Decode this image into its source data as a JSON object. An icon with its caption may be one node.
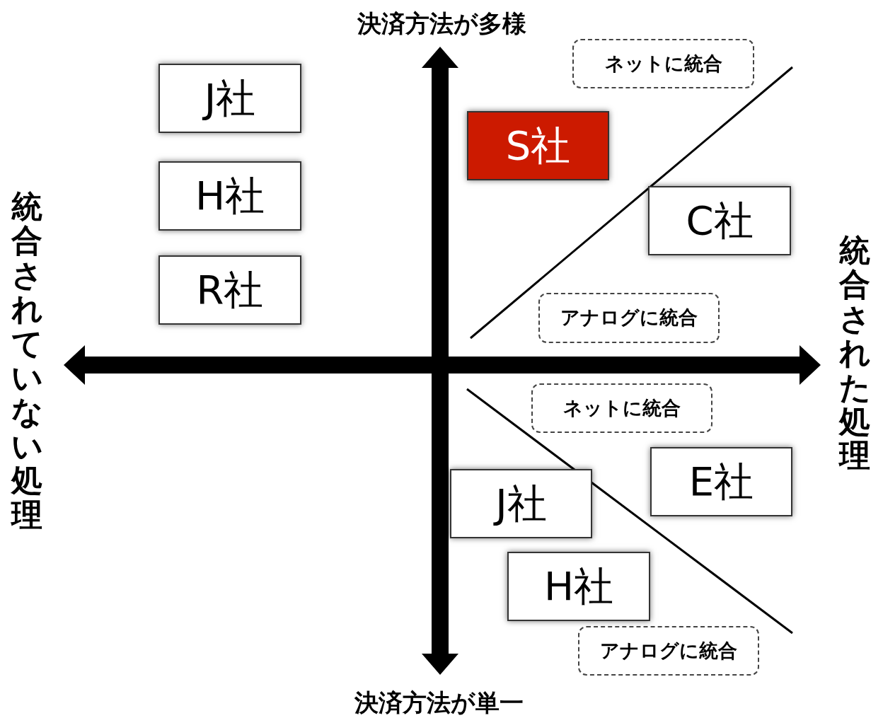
{
  "diagram": {
    "nodes": [
      {
        "text": [
          "ネットに統合"
        ]
      },
      {
        "text": [
          "J社"
        ]
      },
      {
        "text": [
          "S社"
        ]
      },
      {
        "text": [
          "H社"
        ]
      },
      {
        "text": [
          "C社"
        ]
      },
      {
        "text": [
          "R社"
        ]
      },
      {
        "text": [
          "アナログに統合"
        ]
      },
      {
        "text": [
          "ネットに統合"
        ]
      },
      {
        "text": [
          "E社"
        ]
      },
      {
        "text": [
          "J社"
        ]
      },
      {
        "text": [
          "H社"
        ]
      },
      {
        "text": [
          "アナログに統合"
        ]
      }
    ],
    "labels": [
      "決済方法が多様",
      "統合されていない処理",
      "統合された処理",
      "決済方法が単一"
    ]
  }
}
